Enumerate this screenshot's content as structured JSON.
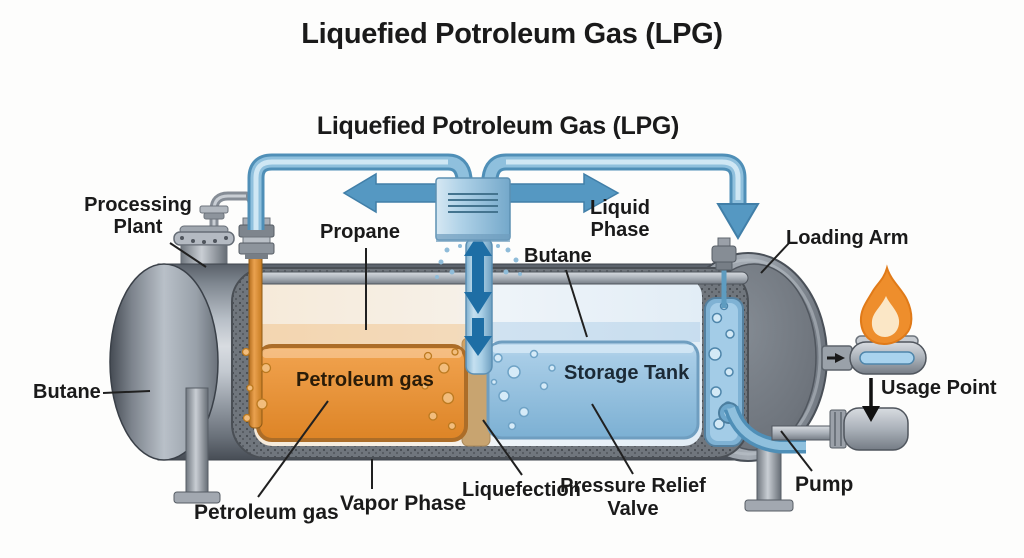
{
  "titles": {
    "main": "Liquefied Potroleum Gas (LPG)",
    "secondary": "Liquefied Potroleum Gas (LPG)"
  },
  "labels": {
    "processing_plant": {
      "line1": "Processing",
      "line2": "Plant"
    },
    "propane": "Propane",
    "liquid_phase": {
      "line1": "Liquid",
      "line2": "Phase"
    },
    "butane_top": "Butane",
    "loading_arm": "Loading Arm",
    "butane_left": "Butane",
    "petroleum_gas_tank": "Petroleum gas",
    "storage_tank": "Storage Tank",
    "usage_point": "Usage Point",
    "pump": "Pump",
    "petroleum_gas_bottom": "Petroleum gas",
    "vapor_phase": "Vapor Phase",
    "liquefection": "Liquefection",
    "pressure_relief": {
      "line1": "Pressure Relief",
      "line2": "Valve"
    }
  },
  "icons": {
    "flame": "flame-icon",
    "flow_arrows": "blue-flow-arrow-icons",
    "usage_arrow": "black-down-arrow-icon"
  },
  "colors": {
    "pipe_blue": "#5e9cc0",
    "arrow_dark_blue": "#1e6ea5",
    "liquid_orange": "#e8963b",
    "liquid_blue": "#8fbcdc",
    "tank_gray": "#9aa1ab",
    "flame_orange": "#ee8e2c",
    "text": "#1a1a1a"
  }
}
